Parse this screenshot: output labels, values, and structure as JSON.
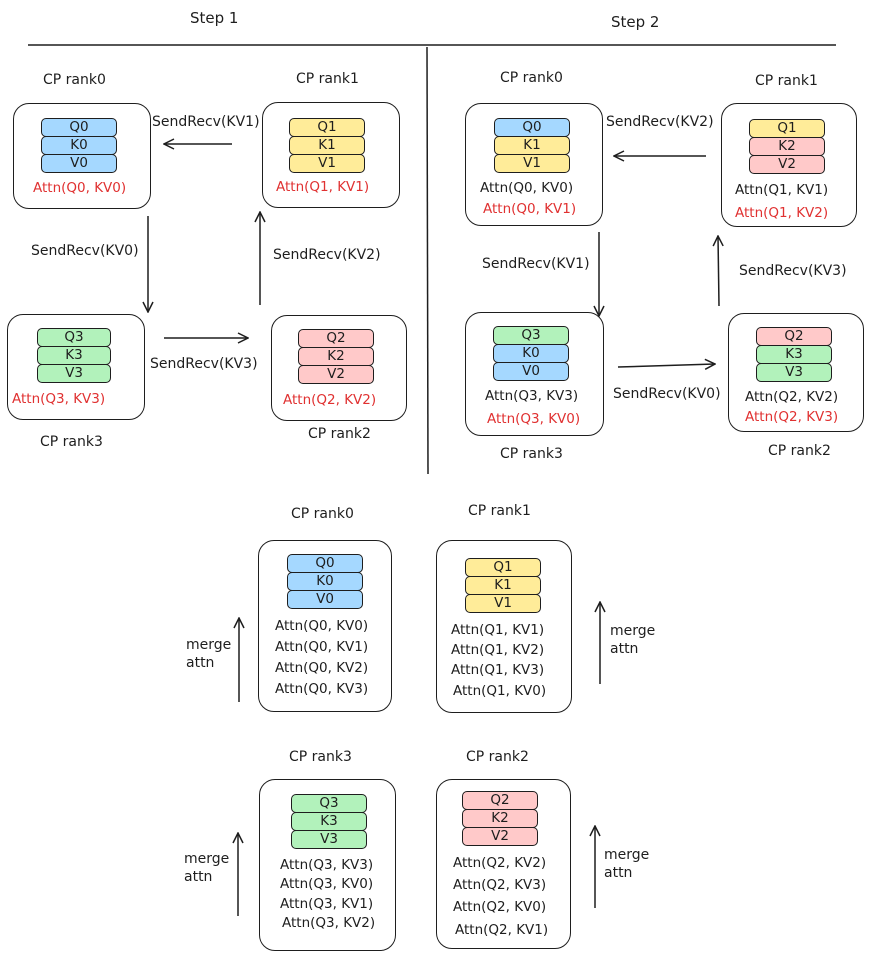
{
  "step1_label": "Step 1",
  "step2_label": "Step 2",
  "step1": {
    "rank0": {
      "title": "CP rank0",
      "q": "Q0",
      "k": "K0",
      "v": "V0",
      "attn": [
        "Attn(Q0, KV0)"
      ]
    },
    "rank1": {
      "title": "CP rank1",
      "q": "Q1",
      "k": "K1",
      "v": "V1",
      "attn": [
        "Attn(Q1, KV1)"
      ]
    },
    "rank2": {
      "title": "CP rank2",
      "q": "Q2",
      "k": "K2",
      "v": "V2",
      "attn": [
        "Attn(Q2, KV2)"
      ]
    },
    "rank3": {
      "title": "CP rank3",
      "q": "Q3",
      "k": "K3",
      "v": "V3",
      "attn": [
        "Attn(Q3, KV3)"
      ]
    },
    "send_kv1": "SendRecv(KV1)",
    "send_kv0": "SendRecv(KV0)",
    "send_kv2": "SendRecv(KV2)",
    "send_kv3": "SendRecv(KV3)"
  },
  "step2": {
    "rank0": {
      "title": "CP rank0",
      "q": "Q0",
      "k": "K1",
      "v": "V1",
      "attn": [
        "Attn(Q0, KV0)",
        "Attn(Q0, KV1)"
      ]
    },
    "rank1": {
      "title": "CP rank1",
      "q": "Q1",
      "k": "K2",
      "v": "V2",
      "attn": [
        "Attn(Q1, KV1)",
        "Attn(Q1, KV2)"
      ]
    },
    "rank2": {
      "title": "CP rank2",
      "q": "Q2",
      "k": "K3",
      "v": "V3",
      "attn": [
        "Attn(Q2, KV2)",
        "Attn(Q2, KV3)"
      ]
    },
    "rank3": {
      "title": "CP rank3",
      "q": "Q3",
      "k": "K0",
      "v": "V0",
      "attn": [
        "Attn(Q3, KV3)",
        "Attn(Q3, KV0)"
      ]
    },
    "send_kv2": "SendRecv(KV2)",
    "send_kv1": "SendRecv(KV1)",
    "send_kv3": "SendRecv(KV3)",
    "send_kv0": "SendRecv(KV0)"
  },
  "final": {
    "rank0": {
      "title": "CP rank0",
      "q": "Q0",
      "k": "K0",
      "v": "V0",
      "attn": [
        "Attn(Q0, KV0)",
        "Attn(Q0, KV1)",
        "Attn(Q0, KV2)",
        "Attn(Q0, KV3)"
      ]
    },
    "rank1": {
      "title": "CP rank1",
      "q": "Q1",
      "k": "K1",
      "v": "V1",
      "attn": [
        "Attn(Q1, KV1)",
        "Attn(Q1, KV2)",
        "Attn(Q1, KV3)",
        "Attn(Q1, KV0)"
      ]
    },
    "rank3": {
      "title": "CP rank3",
      "q": "Q3",
      "k": "K3",
      "v": "V3",
      "attn": [
        "Attn(Q3, KV3)",
        "Attn(Q3, KV0)",
        "Attn(Q3, KV1)",
        "Attn(Q3, KV2)"
      ]
    },
    "rank2": {
      "title": "CP rank2",
      "q": "Q2",
      "k": "K2",
      "v": "V2",
      "attn": [
        "Attn(Q2, KV2)",
        "Attn(Q2, KV3)",
        "Attn(Q2, KV0)",
        "Attn(Q2, KV1)"
      ]
    },
    "merge_label": "merge\nattn"
  },
  "colors": {
    "q0": "#a5d8ff",
    "q1": "#ffec99",
    "q2": "#ffc9c9",
    "q3": "#b2f2bb",
    "highlight_text": "#e03131"
  }
}
